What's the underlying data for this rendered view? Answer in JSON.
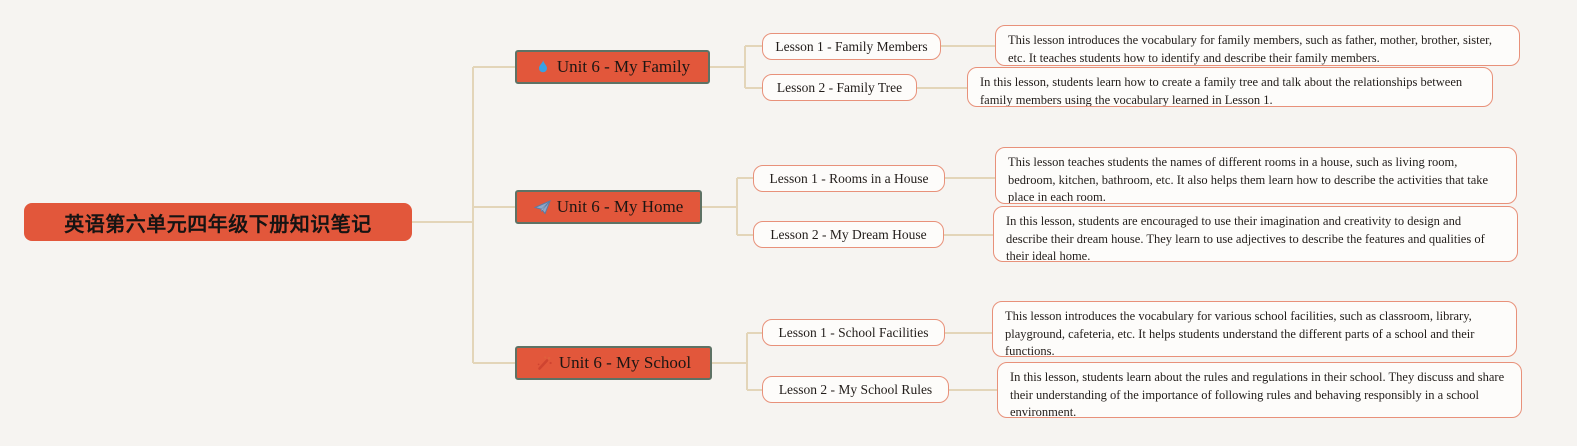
{
  "title": "英语第六单元四年级下册知识笔记 mind map",
  "root": {
    "label": "英语第六单元四年级下册知识笔记"
  },
  "branches": [
    {
      "label": "Unit 6 - My Family",
      "icon": "flame-icon",
      "lessons": [
        {
          "label": "Lesson 1 - Family Members",
          "description": "This lesson introduces the vocabulary for family members, such as father, mother, brother, sister, etc. It teaches students how to identify and describe their family members."
        },
        {
          "label": "Lesson 2 - Family Tree",
          "description": "In this lesson, students learn how to create a family tree and talk about the relationships between family members using the vocabulary learned in Lesson 1."
        }
      ]
    },
    {
      "label": "Unit 6 - My Home",
      "icon": "paper-plane-icon",
      "lessons": [
        {
          "label": "Lesson 1 - Rooms in a House",
          "description": "This lesson teaches students the names of different rooms in a house, such as living room, bedroom, kitchen, bathroom, etc. It also helps them learn how to describe the activities that take place in each room."
        },
        {
          "label": "Lesson 2 - My Dream House",
          "description": "In this lesson, students are encouraged to use their imagination and creativity to design and describe their dream house. They learn to use adjectives to describe the features and qualities of their ideal home."
        }
      ]
    },
    {
      "label": "Unit 6 - My School",
      "icon": "magic-wand-icon",
      "lessons": [
        {
          "label": "Lesson 1 - School Facilities",
          "description": "This lesson introduces the vocabulary for various school facilities, such as classroom, library, playground, cafeteria, etc. It helps students understand the different parts of a school and their functions."
        },
        {
          "label": "Lesson 2 - My School Rules",
          "description": "In this lesson, students learn about the rules and regulations in their school. They discuss and share their understanding of the importance of following rules and behaving responsibly in a school environment."
        }
      ]
    }
  ],
  "colors": {
    "background": "#f6f4f1",
    "node_fill_orange": "#e2573b",
    "unit_border": "#5e7265",
    "lesson_border": "#e8917a",
    "lesson_fill": "#fdfcfa",
    "connector": "#e3d5b9",
    "flame_icon_blue": "#38a1e3",
    "plane_icon_blue": "#7c99c0",
    "wand_icon_red": "#cf4430"
  }
}
